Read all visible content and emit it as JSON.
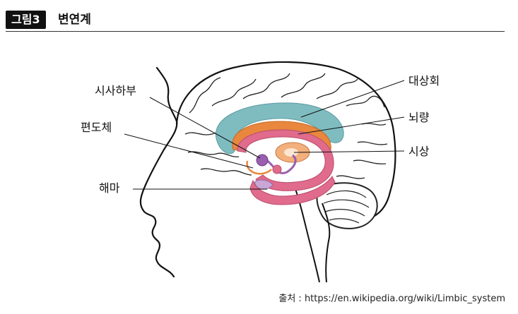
{
  "header": {
    "figure_label": "그림3",
    "title": "변연계"
  },
  "labels": {
    "hypothalamus": "시사하부",
    "amygdala": "편도체",
    "hippocampus": "해마",
    "cingulate": "대상회",
    "fornix": "뇌량",
    "thalamus": "시상"
  },
  "source": "출처 : https://en.wikipedia.org/wiki/Limbic_system",
  "colors": {
    "cingulate": "#7fbcc0",
    "corpus": "#e8873d",
    "limbic_pink": "#e06b8c",
    "thalamus": "#f2b07c",
    "hypothalamus": "#9a5fae",
    "hippocampus": "#c9a6d6"
  }
}
